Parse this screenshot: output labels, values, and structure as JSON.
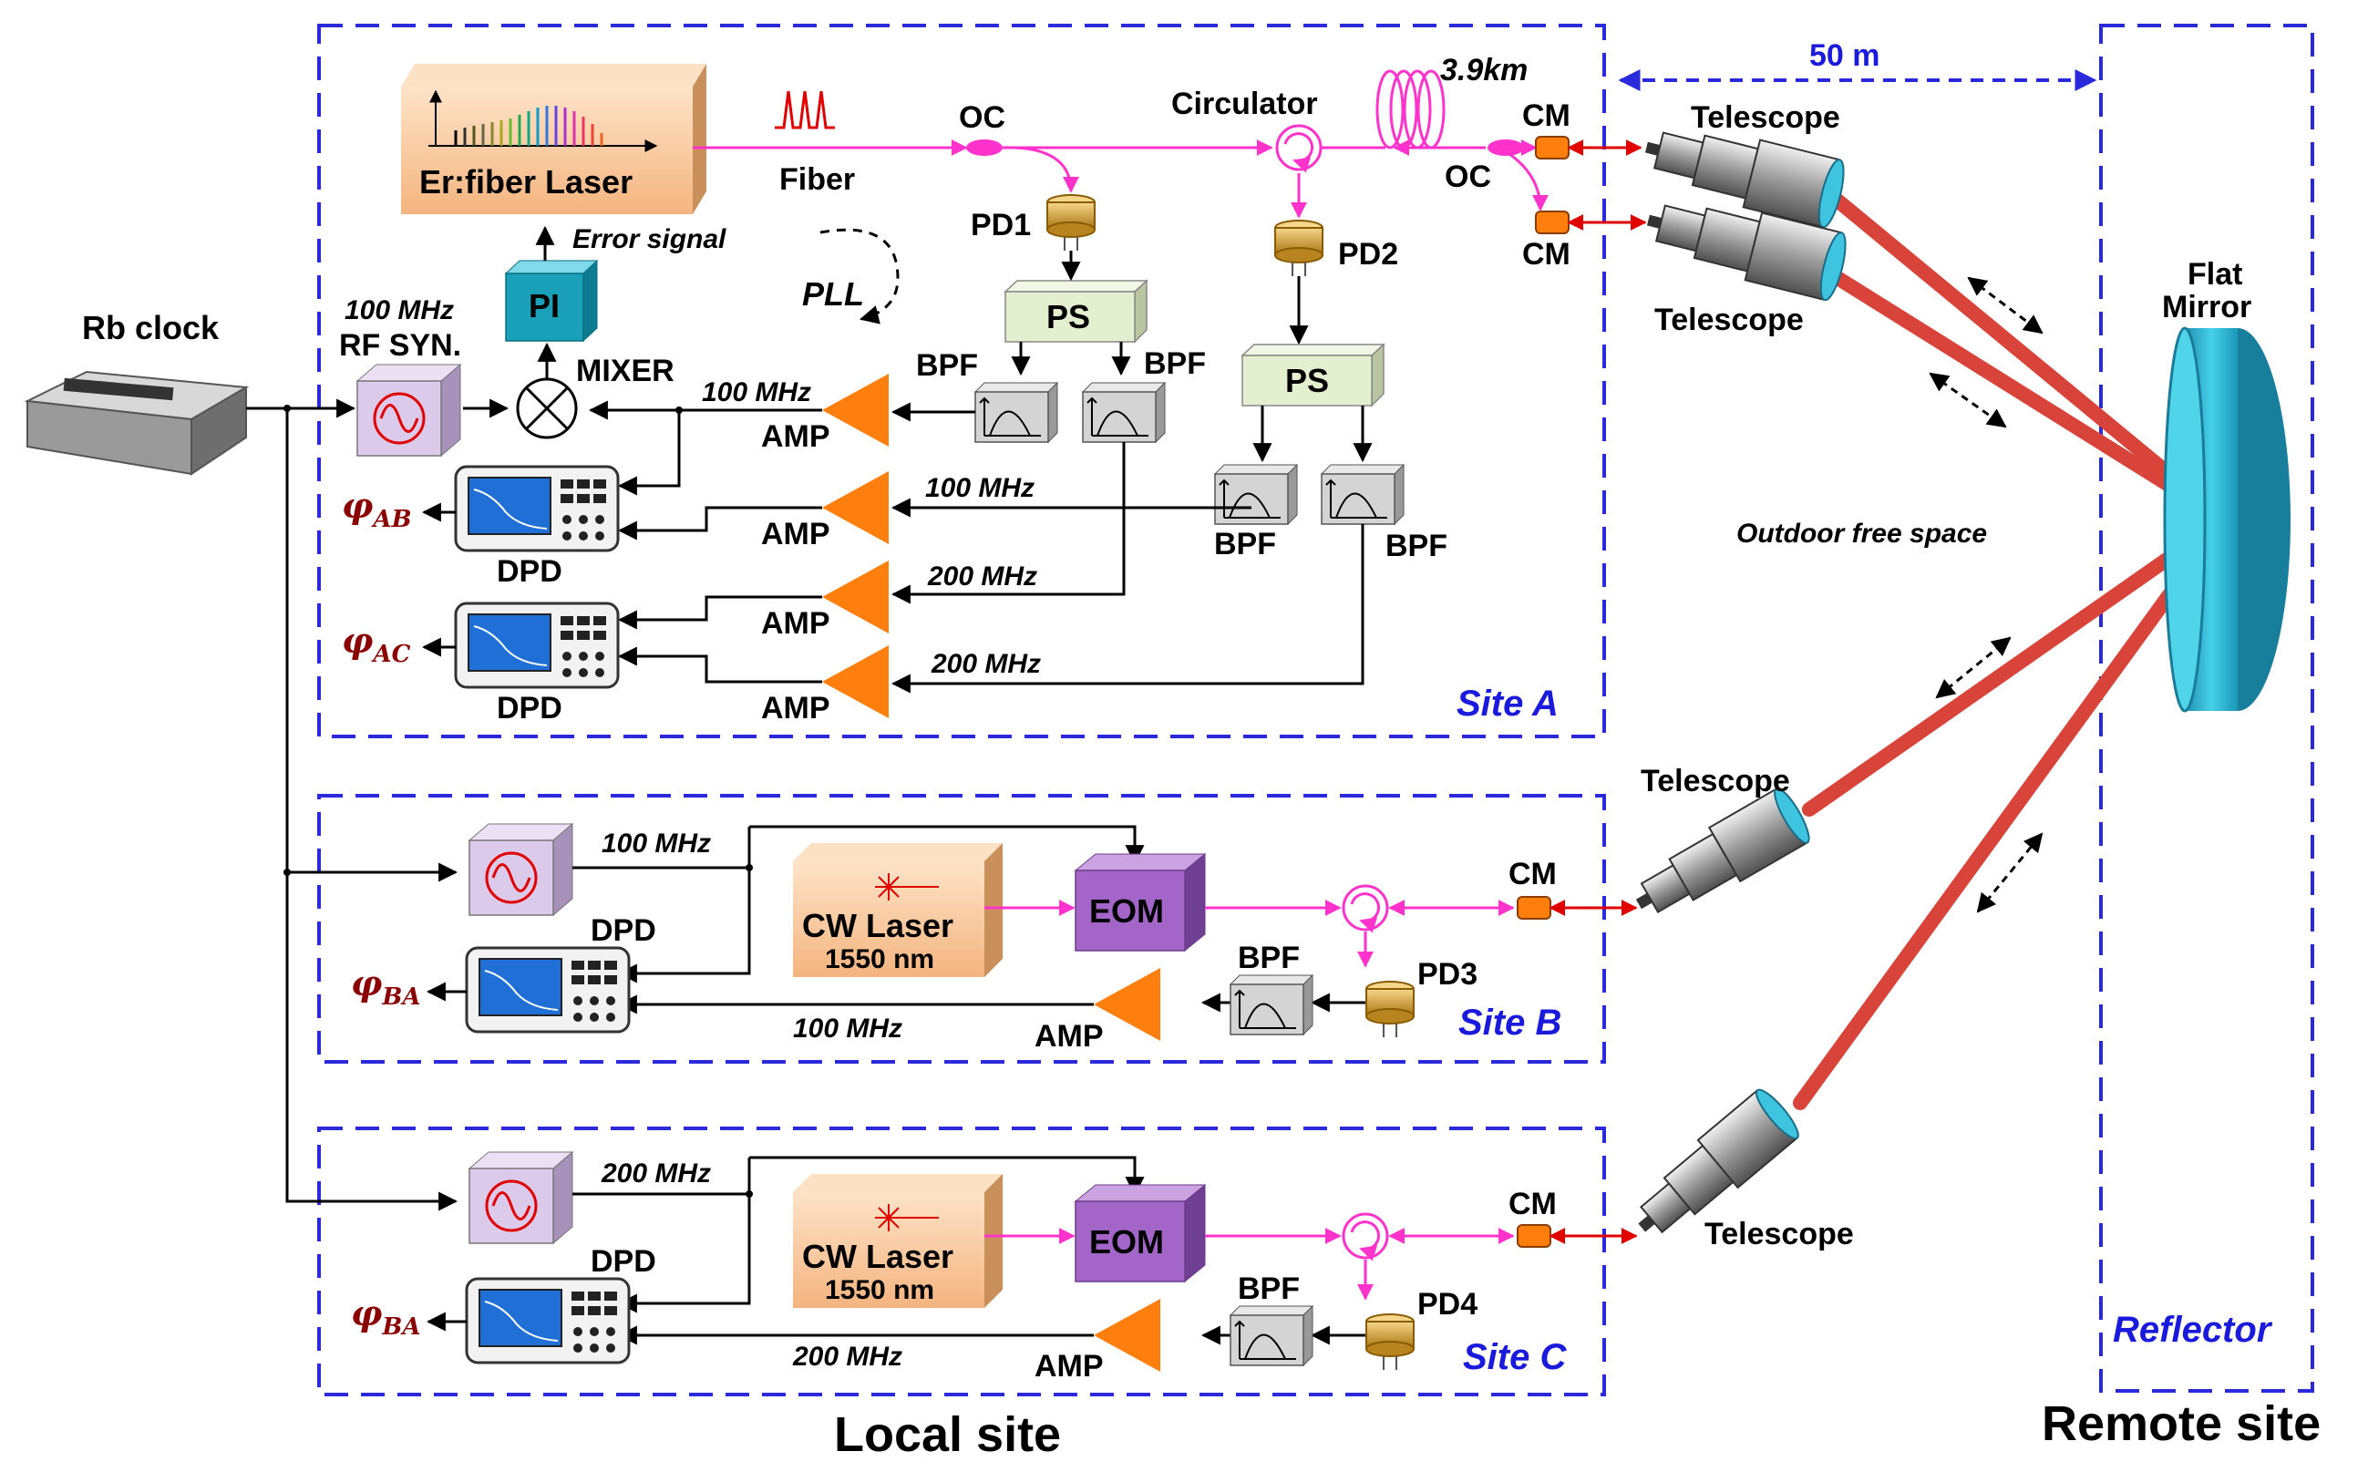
{
  "labels": {
    "rb_clock": "Rb clock",
    "rf_syn_freq": "100 MHz",
    "rf_syn": "RF SYN.",
    "mixer": "MIXER",
    "pi": "PI",
    "error_signal": "Error signal",
    "pll": "PLL",
    "laser": "Er:fiber Laser",
    "fiber": "Fiber",
    "oc": "OC",
    "circulator": "Circulator",
    "fiber_len": "3.9km",
    "cm": "CM",
    "telescope": "Telescope",
    "distance": "50 m",
    "flat_mirror_1": "Flat",
    "flat_mirror_2": "Mirror",
    "outdoor": "Outdoor  free  space",
    "pd1": "PD1",
    "pd2": "PD2",
    "pd3": "PD3",
    "pd4": "PD4",
    "ps": "PS",
    "bpf": "BPF",
    "amp": "AMP",
    "dpd": "DPD",
    "eom": "EOM",
    "cw_laser": "CW Laser",
    "cw_wavelength": "1550 nm",
    "f100": "100 MHz",
    "f200": "200 MHz",
    "phi_ab": "φ",
    "phi_ab_sub": "AB",
    "phi_ac_sub": "AC",
    "phi_ba_sub": "BA",
    "site_a": "Site A",
    "site_b": "Site B",
    "site_c": "Site C",
    "reflector": "Reflector",
    "local_site": "Local site",
    "remote_site": "Remote site"
  },
  "colors": {
    "dash_box": "#2a2adc",
    "fiber": "#ff33cc",
    "beam": "#d9443a",
    "amp": "#ff7f0e",
    "ps_fill": "#e4efcf",
    "eom": "#a366c8",
    "laser_box": "#f8c8a0",
    "mirror": "#2db5d0",
    "rf_box": "#dccaeb",
    "pi": "#1aa0b8",
    "red_arrow": "#e00000"
  }
}
